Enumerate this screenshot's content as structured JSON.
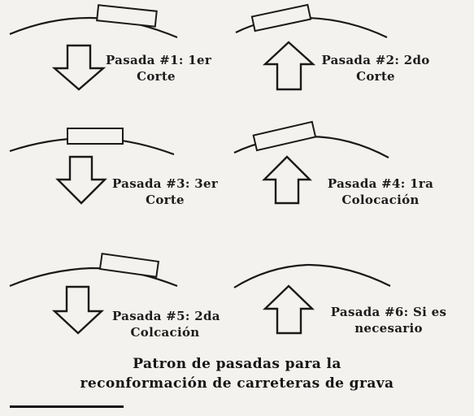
{
  "passes": [
    {
      "id": 1,
      "line1": "Pasada #1: 1er",
      "line2": "Corte",
      "arrow": "down-arrow-icon"
    },
    {
      "id": 2,
      "line1": "Pasada #2: 2do",
      "line2": "Corte",
      "arrow": "up-arrow-icon"
    },
    {
      "id": 3,
      "line1": "Pasada #3: 3er",
      "line2": "Corte",
      "arrow": "down-arrow-icon"
    },
    {
      "id": 4,
      "line1": "Pasada #4: 1ra",
      "line2": "Colocación",
      "arrow": "up-arrow-icon"
    },
    {
      "id": 5,
      "line1": "Pasada #5: 2da",
      "line2": "Colcación",
      "arrow": "down-arrow-icon"
    },
    {
      "id": 6,
      "line1": "Pasada #6: Si es",
      "line2": "necesario",
      "arrow": "up-arrow-icon"
    }
  ],
  "caption": {
    "line1": "Patron de pasadas para la",
    "line2": "reconformación de carreteras de grava"
  },
  "colors": {
    "ink": "#1a1a1a",
    "paper": "#f4f2ee"
  }
}
